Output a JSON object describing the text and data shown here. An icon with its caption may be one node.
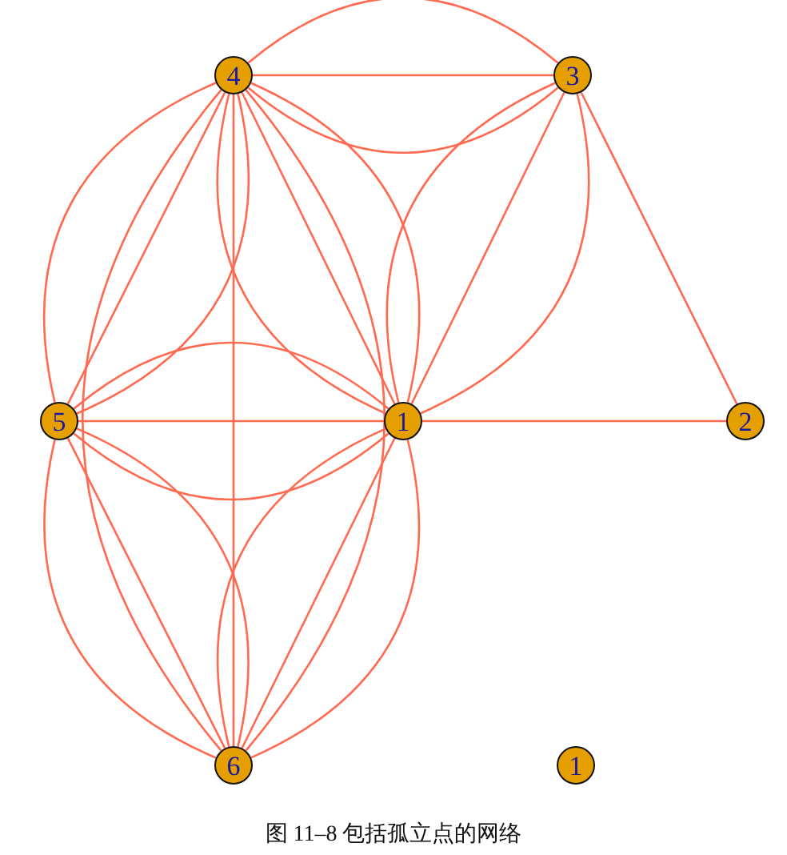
{
  "diagram": {
    "caption": "图 11–8 包括孤立点的网络",
    "nodes": [
      {
        "text": [
          "4"
        ]
      },
      {
        "text": [
          "3"
        ]
      },
      {
        "text": [
          "5"
        ]
      },
      {
        "text": [
          "1"
        ]
      },
      {
        "text": [
          "2"
        ]
      },
      {
        "text": [
          "6"
        ]
      },
      {
        "text": [
          "1"
        ]
      }
    ],
    "edges": [
      {
        "from": 0,
        "to": 1,
        "arrow": "none"
      },
      {
        "from": 0,
        "to": 1,
        "arrow": "none"
      },
      {
        "from": 0,
        "to": 1,
        "arrow": "none"
      },
      {
        "from": 0,
        "to": 2,
        "arrow": "none"
      },
      {
        "from": 0,
        "to": 2,
        "arrow": "none"
      },
      {
        "from": 0,
        "to": 2,
        "arrow": "none"
      },
      {
        "from": 0,
        "to": 3,
        "arrow": "none"
      },
      {
        "from": 0,
        "to": 3,
        "arrow": "none"
      },
      {
        "from": 0,
        "to": 3,
        "arrow": "none"
      },
      {
        "from": 0,
        "to": 5,
        "arrow": "none"
      },
      {
        "from": 0,
        "to": 5,
        "arrow": "none"
      },
      {
        "from": 0,
        "to": 5,
        "arrow": "none"
      },
      {
        "from": 1,
        "to": 3,
        "arrow": "none"
      },
      {
        "from": 1,
        "to": 3,
        "arrow": "none"
      },
      {
        "from": 1,
        "to": 3,
        "arrow": "none"
      },
      {
        "from": 1,
        "to": 4,
        "arrow": "none"
      },
      {
        "from": 2,
        "to": 3,
        "arrow": "none"
      },
      {
        "from": 2,
        "to": 3,
        "arrow": "none"
      },
      {
        "from": 2,
        "to": 3,
        "arrow": "none"
      },
      {
        "from": 2,
        "to": 5,
        "arrow": "none"
      },
      {
        "from": 2,
        "to": 5,
        "arrow": "none"
      },
      {
        "from": 2,
        "to": 5,
        "arrow": "none"
      },
      {
        "from": 3,
        "to": 4,
        "arrow": "none"
      },
      {
        "from": 3,
        "to": 5,
        "arrow": "none"
      },
      {
        "from": 3,
        "to": 5,
        "arrow": "none"
      },
      {
        "from": 3,
        "to": 5,
        "arrow": "none"
      }
    ]
  }
}
